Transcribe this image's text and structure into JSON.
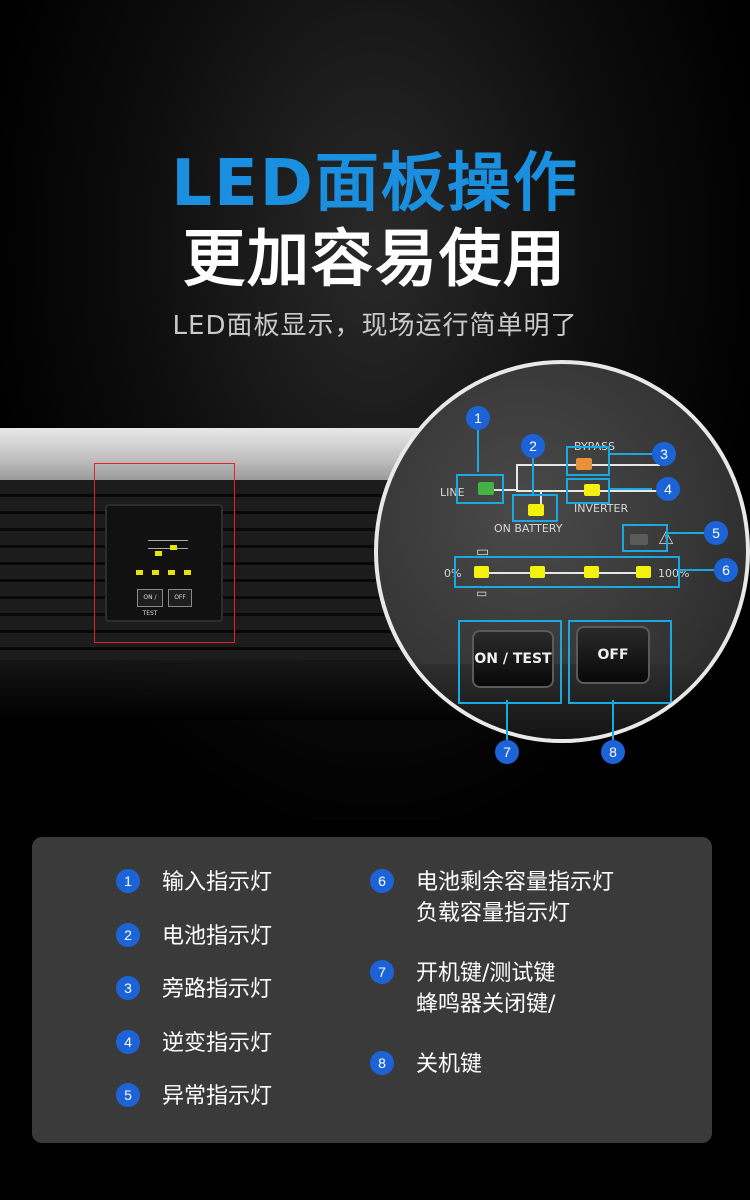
{
  "header": {
    "title": "LED面板操作",
    "subtitle": "更加容易使用",
    "tagline": "LED面板显示，现场运行简单明了"
  },
  "panel": {
    "labels": {
      "line": "LINE",
      "bypass": "BYPASS",
      "on_battery": "ON BATTERY",
      "inverter": "INVERTER",
      "pct_0": "0%",
      "pct_100": "100%"
    },
    "buttons": {
      "on_test": "ON / TEST",
      "off": "OFF"
    },
    "mini_buttons": {
      "on_test": "ON / TEST",
      "off": "OFF"
    },
    "callouts": [
      "1",
      "2",
      "3",
      "4",
      "5",
      "6",
      "7",
      "8"
    ],
    "colors": {
      "line_led": "#44b244",
      "bypass_led": "#e8903a",
      "yellow_led": "#f2f20c",
      "accent": "#19a9e0",
      "badge": "#1d63d8"
    }
  },
  "legend": {
    "left": [
      {
        "num": "1",
        "text": "输入指示灯"
      },
      {
        "num": "2",
        "text": "电池指示灯"
      },
      {
        "num": "3",
        "text": "旁路指示灯"
      },
      {
        "num": "4",
        "text": "逆变指示灯"
      },
      {
        "num": "5",
        "text": "异常指示灯"
      }
    ],
    "right": [
      {
        "num": "6",
        "line1": "电池剩余容量指示灯",
        "line2": "负载容量指示灯"
      },
      {
        "num": "7",
        "line1": "开机键/测试键",
        "line2": "蜂鸣器关闭键/"
      },
      {
        "num": "8",
        "line1": "关机键",
        "line2": ""
      }
    ]
  }
}
